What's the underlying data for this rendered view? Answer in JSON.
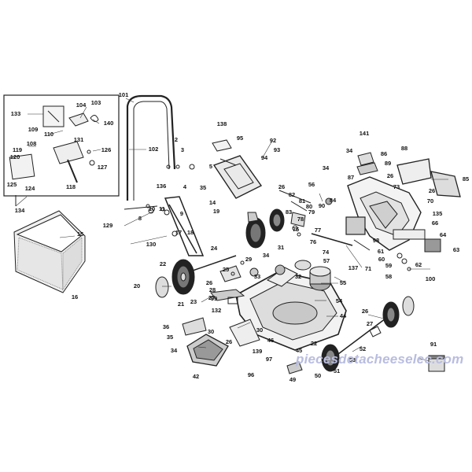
{
  "watermark": "piecesdetacheeselec.com",
  "labels": {
    "l133": "133",
    "l104": "104",
    "l103": "103",
    "l140": "140",
    "l109": "109",
    "l110": "110",
    "l108": "108",
    "l131": "131",
    "l119": "119",
    "l120": "120",
    "l126": "126",
    "l127": "127",
    "l125": "125",
    "l124": "124",
    "l118": "118",
    "l134": "134",
    "l101": "101",
    "l102": "102",
    "l2": "2",
    "l3": "3",
    "l5": "5",
    "l4": "4",
    "l35a": "35",
    "l138": "138",
    "l95": "95",
    "l92": "92",
    "l93": "93",
    "l94": "94",
    "l136": "136",
    "l129": "129",
    "l8": "8",
    "l10": "10",
    "l11": "11",
    "l9": "9",
    "l14": "14",
    "l19": "19",
    "l17": "17",
    "l18": "18",
    "l130": "130",
    "l15": "15",
    "l16": "16",
    "l141": "141",
    "l86": "86",
    "l89": "89",
    "l34a": "34",
    "l87": "87",
    "l88": "88",
    "l85": "85",
    "l26a": "26",
    "l90": "90",
    "l73": "73",
    "l26b": "26",
    "l70": "70",
    "l135": "135",
    "l66": "66",
    "l64": "64",
    "l63": "63",
    "l61": "61",
    "l60": "60",
    "l59": "59",
    "l62": "62",
    "l58": "58",
    "l100": "100",
    "l34b": "34",
    "l56": "56",
    "l84": "84",
    "l98": "98",
    "l82": "82",
    "l81": "81",
    "l26c": "26",
    "l80": "80",
    "l79": "79",
    "l83": "83",
    "l78": "78",
    "l75": "75",
    "l77": "77",
    "l76": "76",
    "l74": "74",
    "l71": "71",
    "l137": "137",
    "l24": "24",
    "l22a": "22",
    "l20": "20",
    "l21": "21",
    "l23": "23",
    "l26d": "26",
    "l25": "25",
    "l28": "28",
    "l27a": "27",
    "l99": "99",
    "l29": "29",
    "l33": "33",
    "l34c": "34",
    "l31": "31",
    "l32": "32",
    "l57": "57",
    "l55": "55",
    "l54": "54",
    "l44": "44",
    "l132": "132",
    "l30a": "30",
    "l26e": "26",
    "l30b": "30",
    "l36": "36",
    "l35b": "35",
    "l34d": "34",
    "l46": "46",
    "l45": "45",
    "l22b": "22",
    "l139": "139",
    "l97": "97",
    "l96": "96",
    "l42": "42",
    "l49": "49",
    "l50": "50",
    "l51": "51",
    "l26f": "26",
    "l27b": "27",
    "l52": "52",
    "l53": "53",
    "l91": "91"
  }
}
